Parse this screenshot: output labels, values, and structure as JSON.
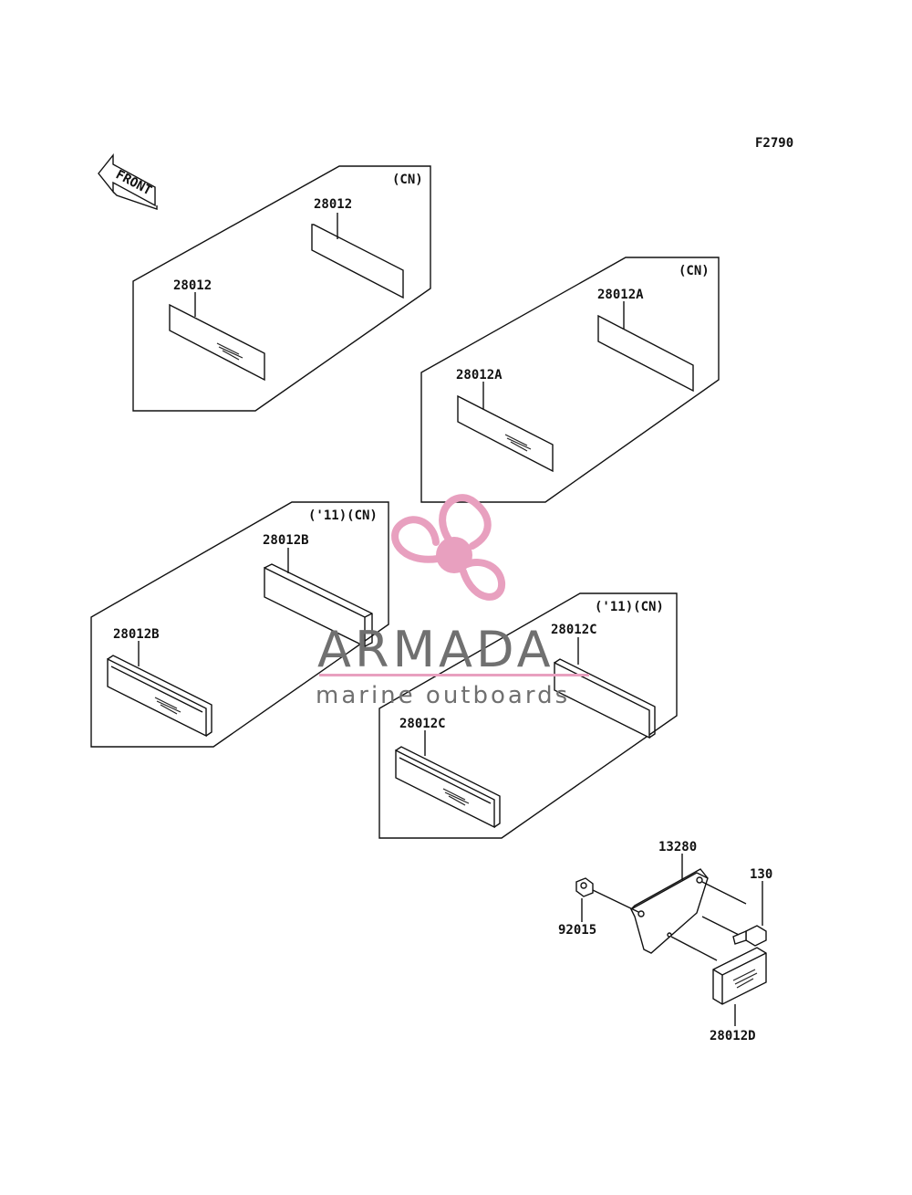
{
  "figure_code": "F2790",
  "front_arrow_text": "FRONT",
  "groups": [
    {
      "note": "(CN)",
      "labels": [
        "28012",
        "28012"
      ]
    },
    {
      "note": "(CN)",
      "labels": [
        "28012A",
        "28012A"
      ]
    },
    {
      "note": "('11)(CN)",
      "labels": [
        "28012B",
        "28012B"
      ]
    },
    {
      "note": "('11)(CN)",
      "labels": [
        "28012C",
        "28012C"
      ]
    }
  ],
  "bracket_assembly": {
    "bracket": "13280",
    "bolt": "130",
    "nut": "92015",
    "reflector": "28012D"
  },
  "watermark": {
    "brand": "ARMADA",
    "tagline": "marine outboards",
    "accent_color": "#e8a0bf",
    "text_color": "#707070"
  }
}
